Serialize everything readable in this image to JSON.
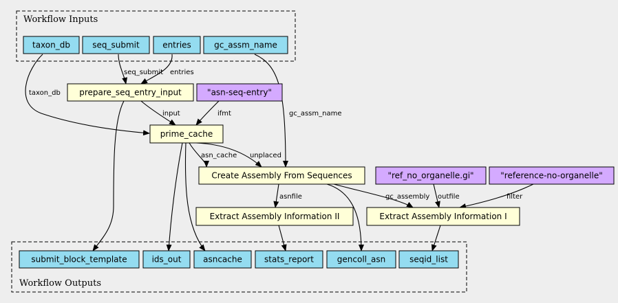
{
  "colors": {
    "io": "#94dcf0",
    "step": "#ffffd8",
    "literal": "#d4aaff",
    "background": "#eeeeee"
  },
  "clusters": {
    "inputs": "Workflow Inputs",
    "outputs": "Workflow Outputs"
  },
  "nodes": {
    "taxon_db": "taxon_db",
    "seq_submit": "seq_submit",
    "entries": "entries",
    "gc_assm_name": "gc_assm_name",
    "prepare": "prepare_seq_entry_input",
    "asn_literal": "\"asn-seq-entry\"",
    "prime_cache": "prime_cache",
    "create_assembly": "Create Assembly From Sequences",
    "ref_literal": "\"ref_no_organelle.gi\"",
    "reference_literal": "\"reference-no-organelle\"",
    "extract_ii": "Extract Assembly Information II",
    "extract_i": "Extract Assembly Information I",
    "submit_block_template": "submit_block_template",
    "ids_out": "ids_out",
    "asncache": "asncache",
    "stats_report": "stats_report",
    "gencoll_asn": "gencoll_asn",
    "seqid_list": "seqid_list"
  },
  "edge_labels": {
    "seq_submit": "seq_submit",
    "entries": "entries",
    "taxon_db": "taxon_db",
    "gc_assm_name": "gc_assm_name",
    "input": "input",
    "ifmt": "ifmt",
    "asn_cache": "asn_cache",
    "unplaced": "unplaced",
    "asnfile": "asnfile",
    "gc_assembly": "gc_assembly",
    "outfile": "outfile",
    "filter": "filter"
  }
}
